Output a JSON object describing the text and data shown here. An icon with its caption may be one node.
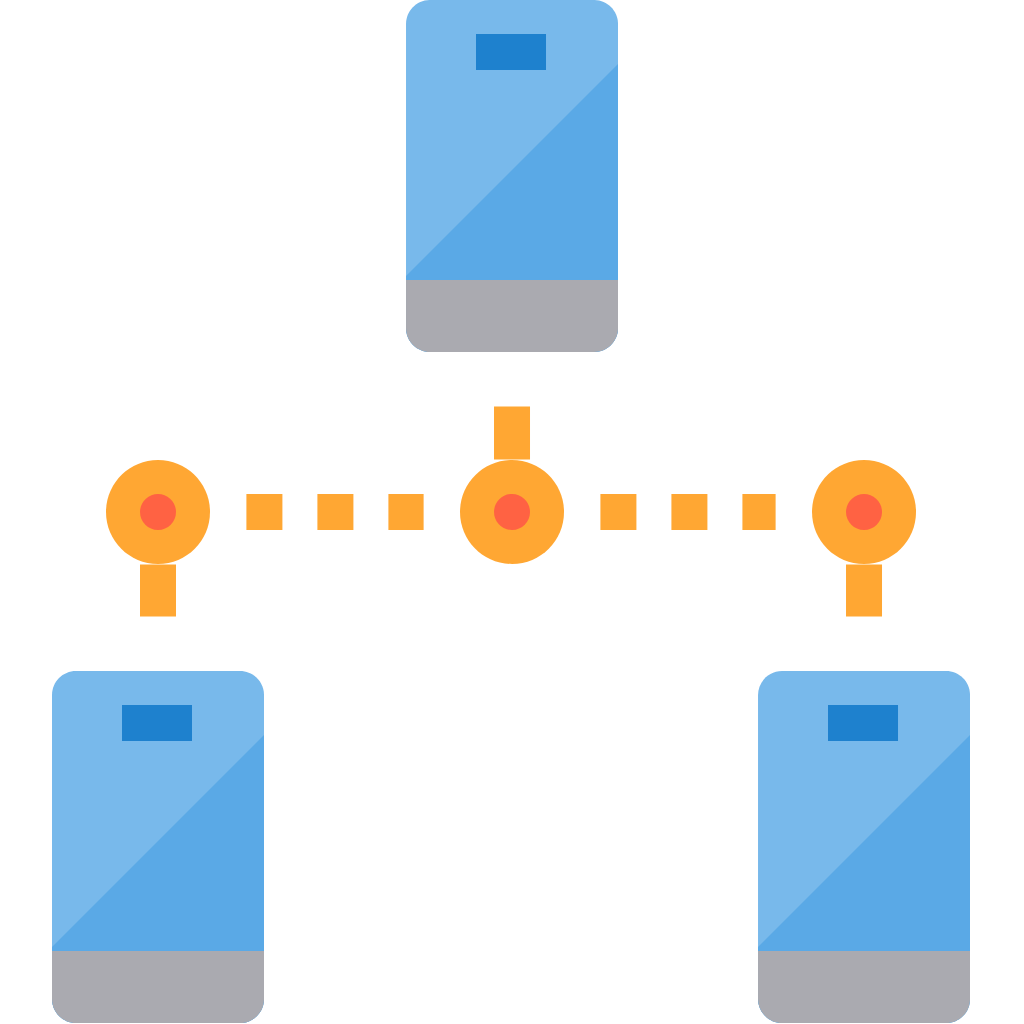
{
  "diagram": {
    "nodes": [
      {
        "text": [],
        "shape": "phone"
      },
      {
        "text": [],
        "shape": "circle"
      },
      {
        "text": [],
        "shape": "circle"
      },
      {
        "text": [],
        "shape": "circle"
      },
      {
        "text": [],
        "shape": "phone"
      },
      {
        "text": [],
        "shape": "phone"
      }
    ],
    "edges": [
      {
        "from": 0,
        "to": 2,
        "arrow": "none"
      },
      {
        "from": 1,
        "to": 2,
        "arrow": "none",
        "style": "dashed"
      },
      {
        "from": 2,
        "to": 3,
        "arrow": "none",
        "style": "dashed"
      },
      {
        "from": 1,
        "to": 4,
        "arrow": "none"
      },
      {
        "from": 3,
        "to": 5,
        "arrow": "none"
      }
    ]
  }
}
